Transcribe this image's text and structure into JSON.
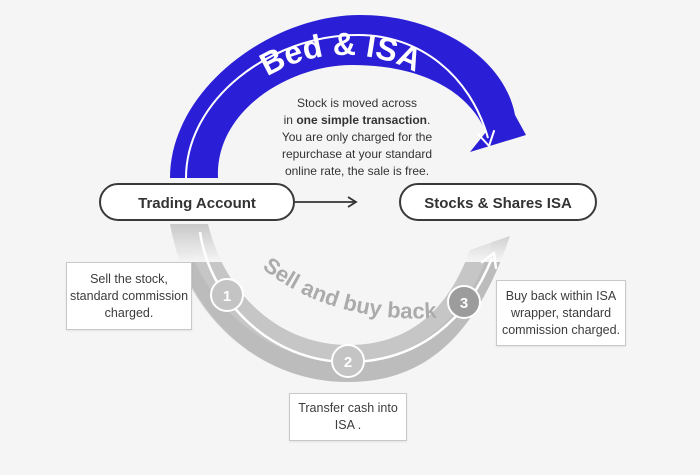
{
  "colors": {
    "accent": "#2a1fd6",
    "pill_border": "#3a3a3a",
    "grey_band": "#bdbdbd",
    "grey_badge": "#c4c4c4"
  },
  "top": {
    "title": "Bed & ISA",
    "desc": {
      "l1": "Stock is moved across",
      "l2_pre": "in ",
      "l2_bold": "one simple transaction",
      "l2_post": ".",
      "l3": "You are only charged for the",
      "l4": "repurchase at your standard",
      "l5": "online rate, the sale is free."
    }
  },
  "accounts": {
    "left": "Trading Account",
    "right": "Stocks & Shares ISA"
  },
  "bottom": {
    "title": "Sell and buy back",
    "steps": [
      {
        "num": "1",
        "lines": [
          "Sell the stock,",
          "standard commission",
          "charged."
        ]
      },
      {
        "num": "2",
        "lines": [
          "Transfer cash into",
          "ISA ."
        ]
      },
      {
        "num": "3",
        "lines": [
          "Buy back within ISA",
          "wrapper, standard",
          "commission charged."
        ]
      }
    ]
  }
}
